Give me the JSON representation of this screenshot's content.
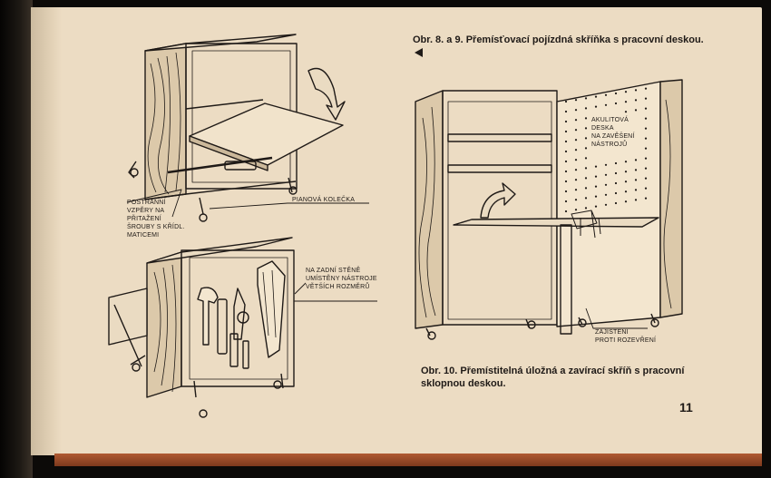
{
  "caption_top": "Obr. 8. a 9. Přemísťovací pojízdná skříňka s pracovní deskou.",
  "caption_bottom": [
    "Obr. 10. Přemístitelná úložná a zavírací skříň s pracovní",
    "sklopnou deskou."
  ],
  "labels": {
    "side_struts": [
      "POSTRANNÍ",
      "VZPĚRY NA",
      "PŘITAŽENÍ",
      "ŠROUBY S KŘÍDL.",
      "MATICEMI"
    ],
    "piano_wheels": [
      "PIANOVÁ KOLEČKA"
    ],
    "back_wall_tools": [
      "NA ZADNÍ STĚNĚ",
      "UMÍSTĚNY NÁSTROJE",
      "VĚTŠÍCH ROZMĚRŮ"
    ],
    "pegboard": [
      "AKULITOVÁ",
      "DESKA",
      "NA ZAVĚŠENÍ",
      "NÁSTROJŮ"
    ],
    "lock": [
      "ZAJIŠTĚNÍ",
      "PROTI ROZEVŘENÍ"
    ]
  },
  "page_number": "11",
  "icons": [
    "back-arrow-icon"
  ]
}
